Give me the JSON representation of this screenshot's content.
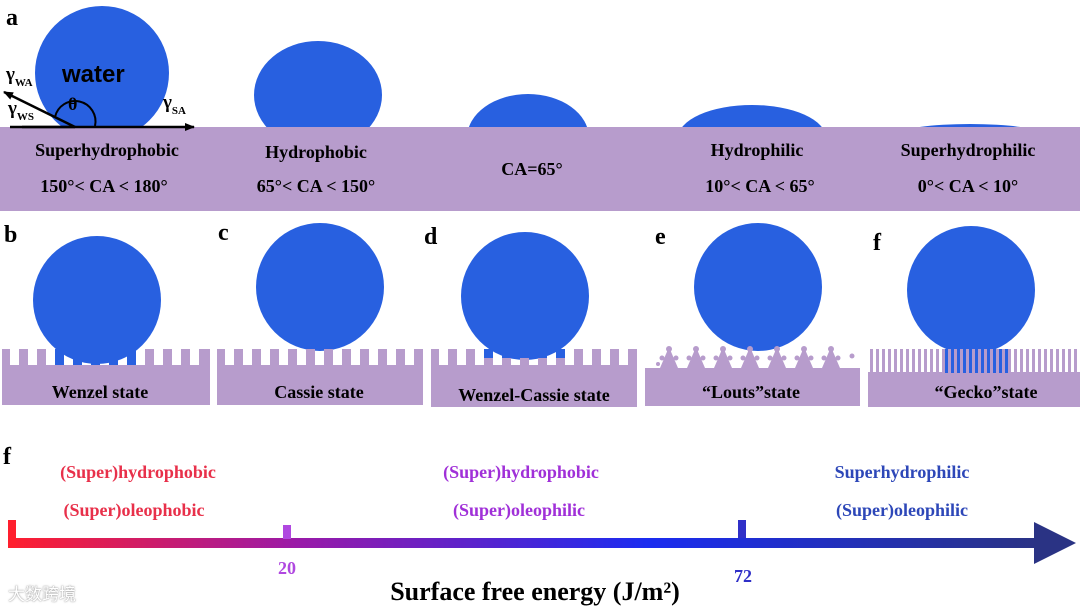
{
  "colors": {
    "water": "#2860e0",
    "substrate": "#b79ccc",
    "hydrophobic": "#e8304a",
    "amphi": "#a030d8",
    "hydrophilic": "#2d47b8",
    "axis_end": "#2a3384",
    "tick20": "#b048e0",
    "tick72": "#3030c8"
  },
  "panel_a": {
    "letter": "a",
    "water_label": "water",
    "gamma_wa": "WA",
    "gamma_ws": "WS",
    "gamma_sa": "SA",
    "gamma_symbol": "γ",
    "theta": "θ",
    "states": [
      {
        "name": "Superhydrophobic",
        "range": "150°< CA < 180°"
      },
      {
        "name": "Hydrophobic",
        "range": "65°< CA < 150°"
      },
      {
        "name": "",
        "range": "CA=65°"
      },
      {
        "name": "Hydrophilic",
        "range": "10°< CA < 65°"
      },
      {
        "name": "Superhydrophilic",
        "range": "0°< CA < 10°"
      }
    ]
  },
  "panels_bf": [
    {
      "letter": "b",
      "label": "Wenzel state"
    },
    {
      "letter": "c",
      "label": "Cassie state"
    },
    {
      "letter": "d",
      "label": "Wenzel-Cassie  state"
    },
    {
      "letter": "e",
      "label": "“Louts”state"
    },
    {
      "letter": "f",
      "label": "“Gecko”state"
    }
  ],
  "panel_f": {
    "letter": "f",
    "groups": [
      {
        "line1": "(Super)hydrophobic",
        "line2": "(Super)oleophobic"
      },
      {
        "line1": "(Super)hydrophobic",
        "line2": "(Super)oleophilic"
      },
      {
        "line1": "Superhydrophilic",
        "line2": "(Super)oleophilic"
      }
    ],
    "tick_20": "20",
    "tick_72": "72",
    "axis_title": "Surface free energy (J/m²)"
  },
  "watermark": "大数跨境"
}
